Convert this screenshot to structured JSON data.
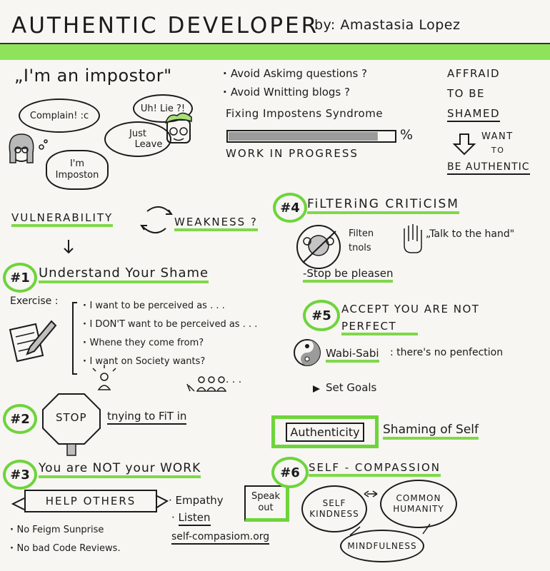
{
  "header": {
    "title": "AUTHENTIC DEVELOPER",
    "byline": "by: Amastasia Lopez"
  },
  "impostor": {
    "quote": "„I'm an impostor\"",
    "bubble_complain": "Complain! :c",
    "bubble_lie": "Uh! Lie ?!",
    "bubble_leave_1": "Just",
    "bubble_leave_2": "Leave",
    "bubble_impostor_1": "I'm",
    "bubble_impostor_2": "Imposton"
  },
  "avoid": {
    "items": [
      "Avoid Askimg questions ?",
      "Avoid Wnitting blogs ?"
    ],
    "fixing": "Fixing Impostens Syndrome",
    "percent_sign": "%",
    "progress": 0.9,
    "wip": "WORK IN PROGRESS"
  },
  "afraid": {
    "line1": "AFFRAID",
    "line2": "TO BE",
    "line3": "SHAMED",
    "want": "WANT",
    "to": "TO",
    "line4": "BE AUTHENTIC"
  },
  "vulnerability": {
    "word": "VULNERABILITY",
    "weakness": "WEAKNESS ?"
  },
  "section1": {
    "num": "#1",
    "title": "Understand Your Shame",
    "exercise_label": "Exercise :",
    "items": [
      "I want to be perceived as . . .",
      "I DON'T want to be perceived as . . .",
      "Whene they come from?",
      "I want on Society wants?"
    ],
    "dots": "· · ·"
  },
  "section2": {
    "num": "#2",
    "stop": "STOP",
    "text": "tnying to FiT in"
  },
  "section3": {
    "num": "#3",
    "title": "You are NOT your WORK",
    "help": "HELP OTHERS",
    "items": [
      "No Feigm Sunprise",
      "No bad Code Reviews."
    ],
    "empathy": "Empathy",
    "speak_1": "Speak",
    "speak_2": "out",
    "listen": "Listen",
    "link": "self-compasiom.org"
  },
  "section4": {
    "num": "#4",
    "title": "FiLTERiNG CRITiCISM",
    "filter_1": "Filten",
    "filter_2": "tnols",
    "hand": "„Talk to the hand\"",
    "pleaser": "-Stop be pleasen"
  },
  "section5": {
    "num": "#5",
    "title_1": "ACCEPT YOU ARE NOT",
    "title_2": "PERFECT",
    "wabi": "Wabi-Sabi",
    "wabi_text": ": there's no penfection",
    "goals": "Set Goals"
  },
  "authenticity": {
    "label": "Authenticity",
    "shaming": "Shaming of Self"
  },
  "section6": {
    "num": "#6",
    "title": "SELF - COMPASSION",
    "self_kindness_1": "SELF",
    "self_kindness_2": "KINDNESS",
    "common_1": "COMMON",
    "common_2": "HUMANITY",
    "mindfulness": "MINDFULNESS"
  }
}
